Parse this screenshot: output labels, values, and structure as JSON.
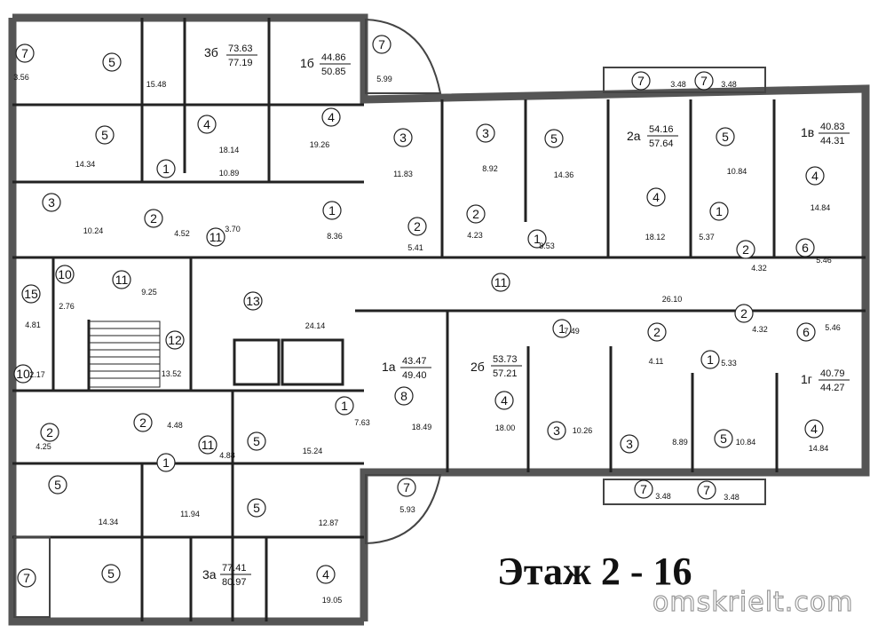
{
  "plan": {
    "title": "Этаж 2 - 16",
    "watermark": "omskrielt.com",
    "wall_color": "#555555",
    "line_color": "#222222",
    "apartments": [
      {
        "id": "apt-3b",
        "code": "3б",
        "living": "73.63",
        "total": "77.19"
      },
      {
        "id": "apt-1b-top",
        "code": "1б",
        "living": "44.86",
        "total": "50.85"
      },
      {
        "id": "apt-2a",
        "code": "2а",
        "living": "54.16",
        "total": "57.64"
      },
      {
        "id": "apt-1v",
        "code": "1в",
        "living": "40.83",
        "total": "44.31"
      },
      {
        "id": "apt-1a",
        "code": "1а",
        "living": "43.47",
        "total": "49.40"
      },
      {
        "id": "apt-2b",
        "code": "2б",
        "living": "53.73",
        "total": "57.21"
      },
      {
        "id": "apt-1g",
        "code": "1г",
        "living": "40.79",
        "total": "44.27"
      },
      {
        "id": "apt-3a",
        "code": "3а",
        "living": "77.41",
        "total": "80.97"
      }
    ],
    "rooms": [
      {
        "n": "7",
        "a": "3.56"
      },
      {
        "n": "5",
        "a": "15.48"
      },
      {
        "n": "4",
        "a": "18.14"
      },
      {
        "n": "4",
        "a": "19.26"
      },
      {
        "n": "7",
        "a": "5.99"
      },
      {
        "n": "5",
        "a": "14.34"
      },
      {
        "n": "1",
        "a": "10.89"
      },
      {
        "n": "3",
        "a": "11.83"
      },
      {
        "n": "3",
        "a": "8.92"
      },
      {
        "n": "5",
        "a": "14.36"
      },
      {
        "n": "4",
        "a": "18.12"
      },
      {
        "n": "5",
        "a": "10.84"
      },
      {
        "n": "4",
        "a": "14.84"
      },
      {
        "n": "3",
        "a": "10.24"
      },
      {
        "n": "2",
        "a": "4.52"
      },
      {
        "n": "11",
        "a": "3.70"
      },
      {
        "n": "1",
        "a": "8.36"
      },
      {
        "n": "2",
        "a": "5.41"
      },
      {
        "n": "2",
        "a": "4.23"
      },
      {
        "n": "1",
        "a": "8.53"
      },
      {
        "n": "1",
        "a": "5.37"
      },
      {
        "n": "6",
        "a": "5.46"
      },
      {
        "n": "2",
        "a": "4.32"
      },
      {
        "n": "10",
        "a": "2.76"
      },
      {
        "n": "11",
        "a": "9.25"
      },
      {
        "n": "13",
        "a": "24.14"
      },
      {
        "n": "11",
        "a": "26.10"
      },
      {
        "n": "15",
        "a": "4.81"
      },
      {
        "n": "12",
        "a": "13.52"
      },
      {
        "n": "10",
        "a": "2.17"
      },
      {
        "n": "1",
        "a": "7.49"
      },
      {
        "n": "2",
        "a": "4.11"
      },
      {
        "n": "1",
        "a": "5.33"
      },
      {
        "n": "2",
        "a": "4.32"
      },
      {
        "n": "6",
        "a": "5.46"
      },
      {
        "n": "8",
        "a": "18.49"
      },
      {
        "n": "4",
        "a": "18.00"
      },
      {
        "n": "3",
        "a": "10.26"
      },
      {
        "n": "2",
        "a": "4.25"
      },
      {
        "n": "2",
        "a": "4.48"
      },
      {
        "n": "1",
        "a": "7.63"
      },
      {
        "n": "5",
        "a": "15.24"
      },
      {
        "n": "3",
        "a": "8.89"
      },
      {
        "n": "5",
        "a": "10.84"
      },
      {
        "n": "4",
        "a": "14.84"
      },
      {
        "n": "11",
        "a": "4.88"
      },
      {
        "n": "5",
        "a": "14.34"
      },
      {
        "n": "1",
        "a": "11.94"
      },
      {
        "n": "5",
        "a": "12.87"
      },
      {
        "n": "7",
        "a": "5.93"
      },
      {
        "n": "7",
        "a": "3.48"
      },
      {
        "n": "7",
        "a": "3.48"
      },
      {
        "n": "7",
        "a": "3.48"
      },
      {
        "n": "7",
        "a": "3.48"
      },
      {
        "n": "5",
        "a": ""
      },
      {
        "n": "4",
        "a": "19.05"
      },
      {
        "n": "7",
        "a": ""
      }
    ]
  }
}
